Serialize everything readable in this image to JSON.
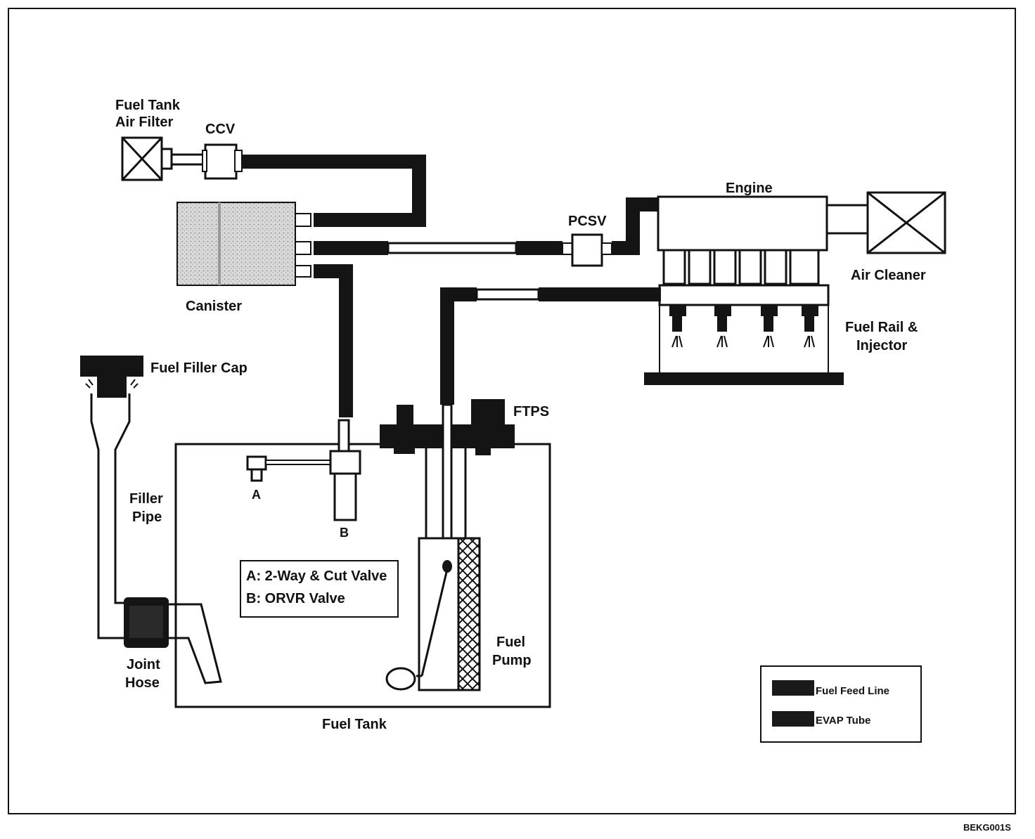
{
  "labels": {
    "fuel_tank_air_filter_line1": "Fuel Tank",
    "fuel_tank_air_filter_line2": "Air Filter",
    "ccv": "CCV",
    "canister": "Canister",
    "pcsv": "PCSV",
    "engine": "Engine",
    "air_cleaner": "Air Cleaner",
    "fuel_rail_line1": "Fuel Rail &",
    "fuel_rail_line2": "Injector",
    "fuel_filler_cap": "Fuel Filler Cap",
    "filler_pipe_line1": "Filler",
    "filler_pipe_line2": "Pipe",
    "ftps": "FTPS",
    "valve_a": "A",
    "valve_b": "B",
    "joint_hose_line1": "Joint",
    "joint_hose_line2": "Hose",
    "fuel_pump_line1": "Fuel",
    "fuel_pump_line2": "Pump",
    "fuel_tank": "Fuel Tank",
    "figure_code": "BEKG001S"
  },
  "key_box": {
    "line1": "A: 2-Way & Cut Valve",
    "line2": "B: ORVR Valve"
  },
  "legend": [
    {
      "label": "Fuel Feed Line"
    },
    {
      "label": "EVAP Tube"
    }
  ],
  "colors": {
    "line": "#111111",
    "tube": "#141414",
    "canister_fill": "#d4d4d4"
  }
}
